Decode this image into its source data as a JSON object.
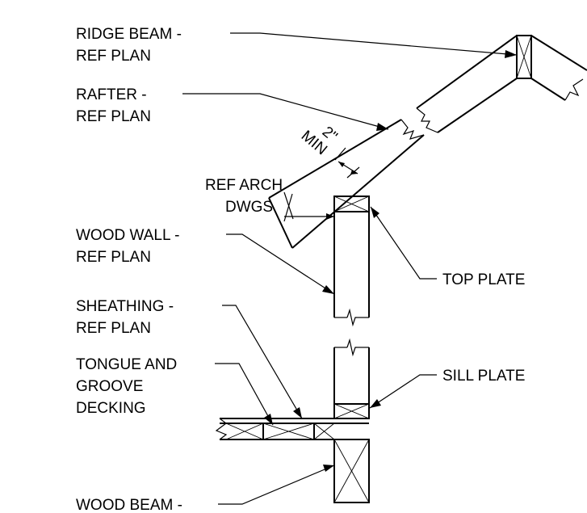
{
  "labels": {
    "ridge_beam_1": "RIDGE BEAM -",
    "ridge_beam_2": "REF PLAN",
    "rafter_1": "RAFTER -",
    "rafter_2": "REF PLAN",
    "min_dim_1": "2\"",
    "min_dim_2": "MIN",
    "ref_arch_1": "REF ARCH",
    "ref_arch_2": "DWGS",
    "wood_wall_1": "WOOD WALL -",
    "wood_wall_2": "REF PLAN",
    "top_plate": "TOP PLATE",
    "sheathing_1": "SHEATHING -",
    "sheathing_2": "REF PLAN",
    "tongue_1": "TONGUE AND",
    "tongue_2": "GROOVE",
    "tongue_3": "DECKING",
    "sill_plate": "SILL PLATE",
    "wood_beam_1": "WOOD BEAM -"
  },
  "colors": {
    "line": "#000000",
    "background": "#ffffff"
  }
}
